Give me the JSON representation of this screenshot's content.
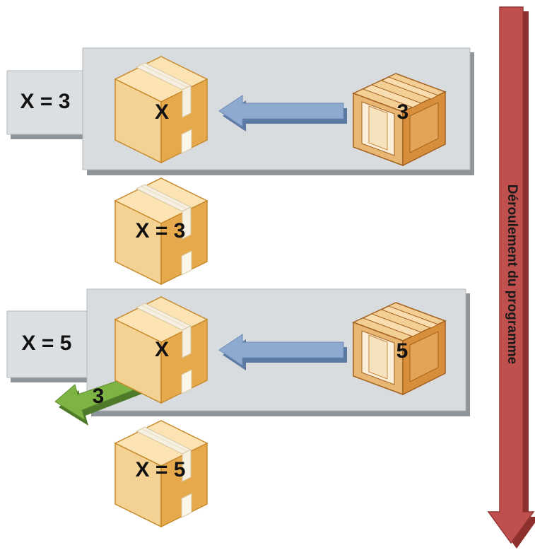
{
  "side_label": "Déroulement du programme",
  "steps": [
    {
      "variable": "X = 3",
      "box_label": "X",
      "crate_label": "3",
      "result_label": "X = 3"
    },
    {
      "variable": "X = 5",
      "box_label": "X",
      "crate_label": "5",
      "result_label": "X = 5",
      "discarded_label": "3"
    }
  ],
  "colors": {
    "panel": "#d8dcdf",
    "panel_shadow": "#8f9498",
    "arrow_blue": "#7f9dc6",
    "arrow_green": "#7db443",
    "timeline_red": "#c0504d",
    "box_top": "#fbe3b3",
    "box_left": "#f2cf8c",
    "box_right": "#e3a94a"
  }
}
